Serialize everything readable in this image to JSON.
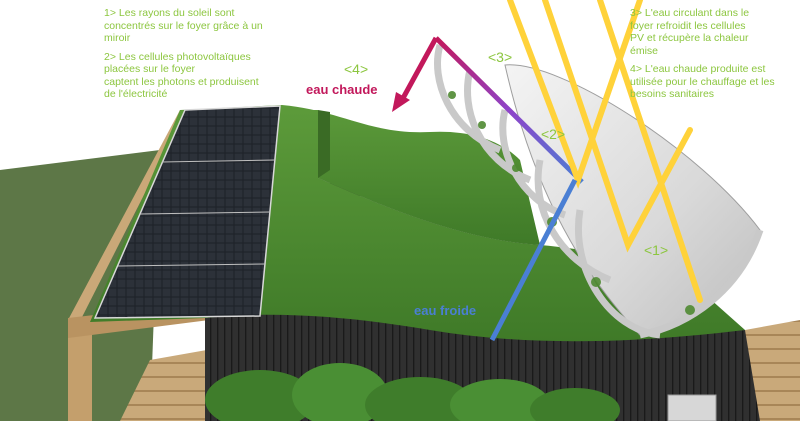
{
  "notes_left": [
    "1> Les rayons du soleil sont\nconcentrés sur le foyer grâce à un\nmiroir",
    "2> Les cellules photovoltaïques\nplacées sur le foyer\ncaptent les photons et produisent\nde l'électricité"
  ],
  "notes_right": [
    "3> L'eau circulant dans le\nfoyer refroidit les cellules\nPV et récupère la chaleur\némise",
    "4> L'eau chaude produite est\nutilisée pour le chauffage et les\nbesoins sanitaires"
  ],
  "step_tags": {
    "s1": "<1>",
    "s2": "<2>",
    "s3": "<3>",
    "s4": "<4>"
  },
  "flows": {
    "hot": "eau chaude",
    "cold": "eau froide"
  },
  "colors": {
    "note_text": "#8cc63f",
    "hot_water": "#c2185b",
    "cold_water": "#4a7fd4",
    "sun_ray": "#ffd23a",
    "roof_grass": "#4f8a32",
    "pv_panel": "#20242b",
    "wall": "#2b2b2b"
  }
}
